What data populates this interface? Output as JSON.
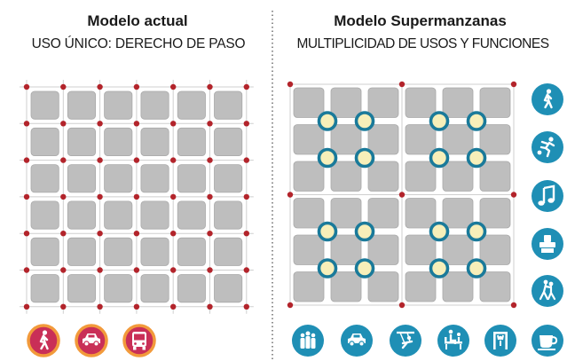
{
  "left": {
    "title": "Modelo actual",
    "subtitle": "USO ÚNICO: DERECHO DE PASO",
    "grid": {
      "columns": 6,
      "rows": 6
    },
    "icons": [
      "pedestrian-icon",
      "car-icon",
      "bus-icon"
    ]
  },
  "right": {
    "title": "Modelo Supermanzanas",
    "subtitle": "MULTIPLICIDAD DE USOS Y FUNCIONES",
    "grid": {
      "columns": 6,
      "rows": 6,
      "superblocks": 4
    },
    "side_icons": [
      "walking-icon",
      "running-icon",
      "music-note-icon",
      "water-fountain-icon",
      "dancing-icon"
    ],
    "bottom_icons": [
      "group-people-icon",
      "car-icon",
      "swing-icon",
      "bench-icon",
      "playground-icon",
      "coffee-cup-icon"
    ]
  },
  "colors": {
    "block": "#bebebe",
    "block_border": "#a9a9a9",
    "street_line": "#cfcfcf",
    "intersection_dot": "#b3242b",
    "left_icon_fill": "#c92f57",
    "left_icon_ring": "#f29a3b",
    "right_icon_fill": "#1f8fb5",
    "node_fill": "#f7efb9",
    "node_ring": "#1a7a9a",
    "divider": "#555555"
  }
}
